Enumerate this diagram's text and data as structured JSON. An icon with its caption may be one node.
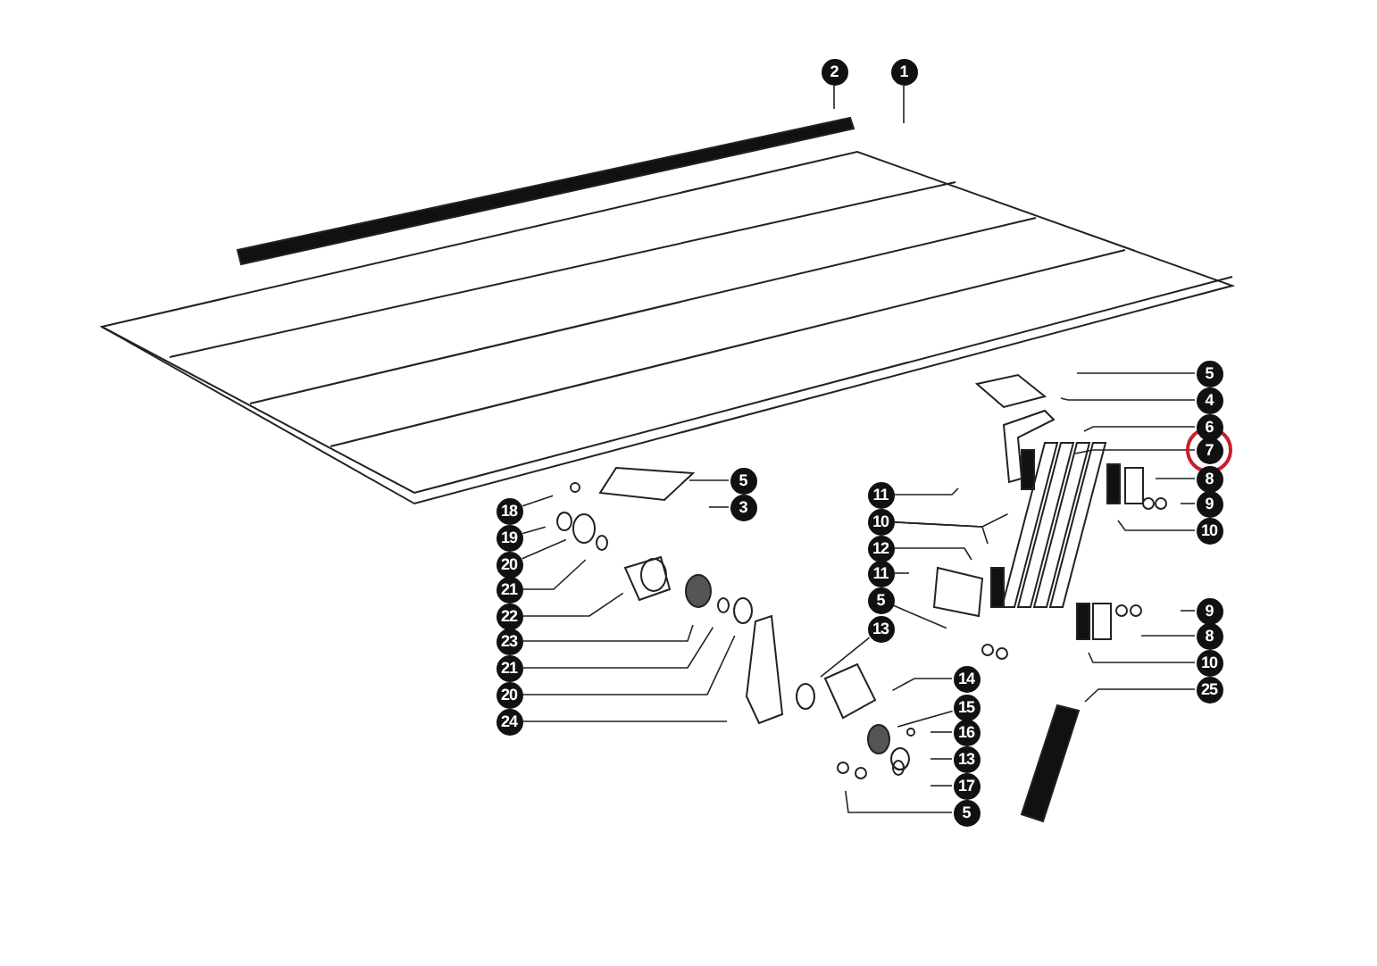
{
  "diagram": {
    "nodes": [
      {
        "text": [
          "2"
        ]
      },
      {
        "text": [
          "1"
        ]
      },
      {
        "text": [
          "5"
        ]
      },
      {
        "text": [
          "4"
        ]
      },
      {
        "text": [
          "6"
        ]
      },
      {
        "text": [
          "7"
        ]
      },
      {
        "text": [
          "8"
        ]
      },
      {
        "text": [
          "9"
        ]
      },
      {
        "text": [
          "10"
        ]
      },
      {
        "text": [
          "5"
        ]
      },
      {
        "text": [
          "3"
        ]
      },
      {
        "text": [
          "18"
        ]
      },
      {
        "text": [
          "19"
        ]
      },
      {
        "text": [
          "20"
        ]
      },
      {
        "text": [
          "21"
        ]
      },
      {
        "text": [
          "22"
        ]
      },
      {
        "text": [
          "23"
        ]
      },
      {
        "text": [
          "21"
        ]
      },
      {
        "text": [
          "20"
        ]
      },
      {
        "text": [
          "24"
        ]
      },
      {
        "text": [
          "11"
        ]
      },
      {
        "text": [
          "10"
        ]
      },
      {
        "text": [
          "12"
        ]
      },
      {
        "text": [
          "11"
        ]
      },
      {
        "text": [
          "5"
        ]
      },
      {
        "text": [
          "13"
        ]
      },
      {
        "text": [
          "14"
        ]
      },
      {
        "text": [
          "15"
        ]
      },
      {
        "text": [
          "16"
        ]
      },
      {
        "text": [
          "13"
        ]
      },
      {
        "text": [
          "17"
        ]
      },
      {
        "text": [
          "5"
        ]
      },
      {
        "text": [
          "9"
        ]
      },
      {
        "text": [
          "8"
        ]
      },
      {
        "text": [
          "10"
        ]
      },
      {
        "text": [
          "25"
        ]
      }
    ],
    "edges": [
      {
        "from": 0,
        "to": null,
        "arrow": "none"
      },
      {
        "from": 1,
        "to": null,
        "arrow": "none"
      },
      {
        "from": 2,
        "to": null,
        "arrow": "none"
      },
      {
        "from": 3,
        "to": null,
        "arrow": "none"
      },
      {
        "from": 4,
        "to": null,
        "arrow": "none"
      },
      {
        "from": 5,
        "to": null,
        "arrow": "none"
      },
      {
        "from": 6,
        "to": null,
        "arrow": "none"
      },
      {
        "from": 7,
        "to": null,
        "arrow": "none"
      },
      {
        "from": 8,
        "to": null,
        "arrow": "none"
      },
      {
        "from": 9,
        "to": null,
        "arrow": "none"
      },
      {
        "from": 10,
        "to": null,
        "arrow": "none"
      },
      {
        "from": 11,
        "to": null,
        "arrow": "none"
      },
      {
        "from": 12,
        "to": null,
        "arrow": "none"
      },
      {
        "from": 13,
        "to": null,
        "arrow": "none"
      },
      {
        "from": 14,
        "to": null,
        "arrow": "none"
      },
      {
        "from": 15,
        "to": null,
        "arrow": "none"
      },
      {
        "from": 16,
        "to": null,
        "arrow": "none"
      },
      {
        "from": 17,
        "to": null,
        "arrow": "none"
      },
      {
        "from": 18,
        "to": null,
        "arrow": "none"
      },
      {
        "from": 19,
        "to": null,
        "arrow": "none"
      },
      {
        "from": 20,
        "to": null,
        "arrow": "none"
      },
      {
        "from": 21,
        "to": null,
        "arrow": "none"
      },
      {
        "from": 21,
        "to": null,
        "arrow": "none"
      },
      {
        "from": 22,
        "to": null,
        "arrow": "none"
      },
      {
        "from": 23,
        "to": null,
        "arrow": "none"
      },
      {
        "from": 24,
        "to": null,
        "arrow": "none"
      },
      {
        "from": 25,
        "to": null,
        "arrow": "none"
      },
      {
        "from": 26,
        "to": null,
        "arrow": "none"
      },
      {
        "from": 27,
        "to": null,
        "arrow": "none"
      },
      {
        "from": 28,
        "to": null,
        "arrow": "none"
      },
      {
        "from": 29,
        "to": null,
        "arrow": "none"
      },
      {
        "from": 30,
        "to": null,
        "arrow": "none"
      },
      {
        "from": 31,
        "to": null,
        "arrow": "none"
      },
      {
        "from": 32,
        "to": null,
        "arrow": "none"
      },
      {
        "from": 33,
        "to": null,
        "arrow": "none"
      },
      {
        "from": 34,
        "to": null,
        "arrow": "none"
      },
      {
        "from": 35,
        "to": null,
        "arrow": "none"
      }
    ]
  }
}
